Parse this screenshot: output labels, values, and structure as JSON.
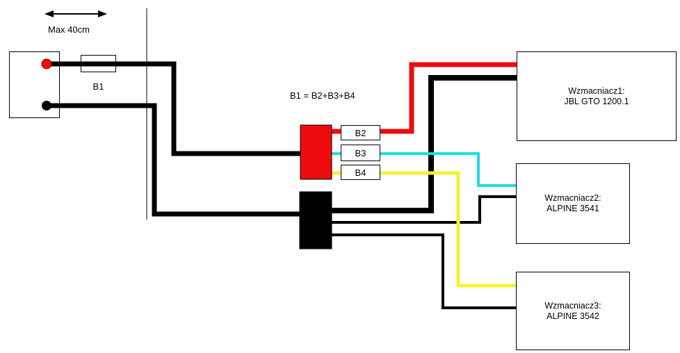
{
  "diagram": {
    "distance_note": "Max 40cm",
    "main_fuse": {
      "label": "B1"
    },
    "formula": "B1 = B2+B3+B4",
    "fuses": [
      {
        "label": "B2"
      },
      {
        "label": "B3"
      },
      {
        "label": "B4"
      }
    ],
    "amplifiers": [
      {
        "title": "Wzmacniacz1:",
        "model": "JBL GTO 1200.1"
      },
      {
        "title": "Wzmacniacz2:",
        "model": "ALPINE 3541"
      },
      {
        "title": "Wzmacniacz3:",
        "model": "ALPINE 3542"
      }
    ],
    "colors": {
      "wire_positive_feed": "#ED0C10",
      "wire_ground": "#000000",
      "wire_amp2_feed": "#1FDCE8",
      "wire_amp3_feed": "#F4F235",
      "positive_block": "#ED0C10",
      "ground_block": "#000000",
      "terminal_positive": "#ED0C10",
      "terminal_negative": "#000000",
      "line_color": "#000000"
    }
  }
}
